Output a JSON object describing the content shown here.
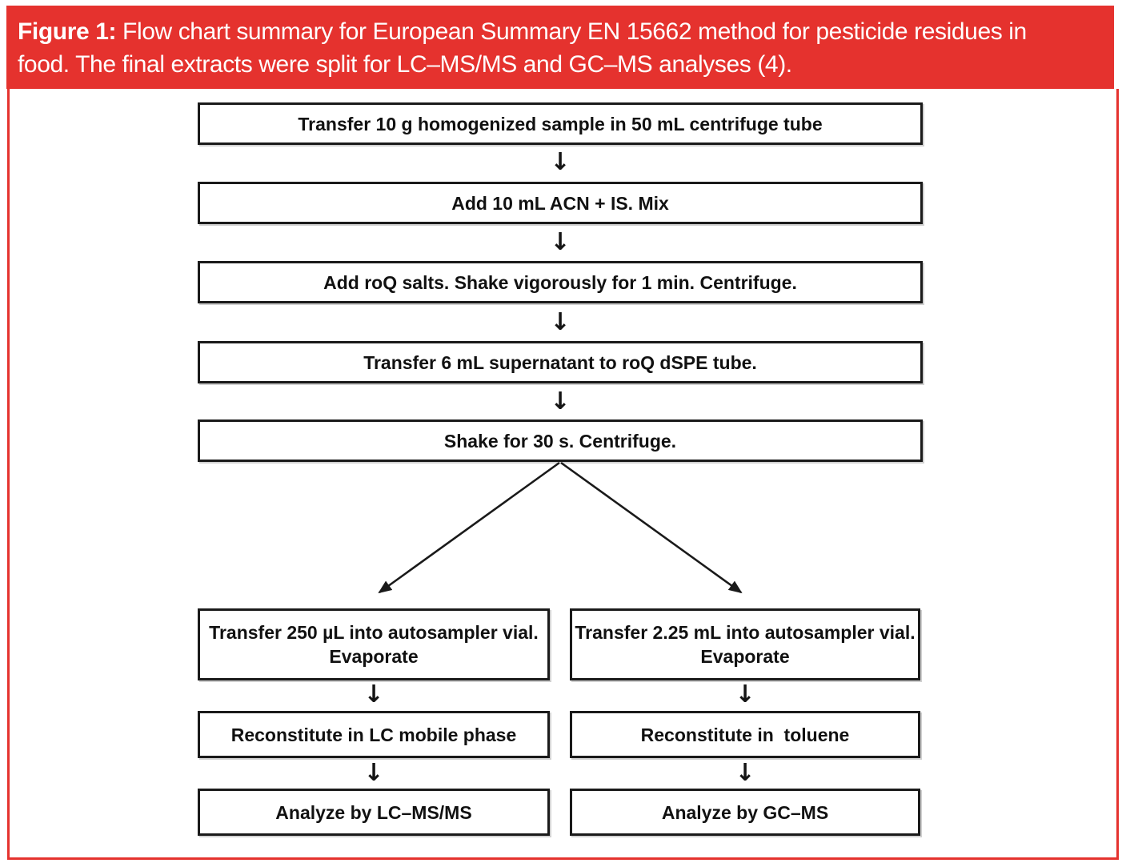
{
  "caption": {
    "prefix": "Figure 1:",
    "line1_rest": " Flow chart summary for European Summary EN 15662 method for pesticide residues in",
    "line2": "food. The final extracts were split for LC–MS/MS and GC–MS analyses (4)."
  },
  "flowchart": {
    "arrow_glyph": "↓",
    "main_steps": [
      {
        "label": "Transfer 10 g homogenized sample in 50 mL centrifuge tube"
      },
      {
        "label": "Add 10 mL ACN + IS. Mix"
      },
      {
        "label": "Add roQ salts. Shake vigorously for 1 min. Centrifuge."
      },
      {
        "label": "Transfer 6 mL supernatant to roQ dSPE tube."
      },
      {
        "label": "Shake for 30 s. Centrifuge."
      }
    ],
    "lc_branch": {
      "step1_line1": "Transfer 250 µL into autosampler vial.",
      "step1_line2": "Evaporate",
      "step2": "Reconstitute in LC mobile phase",
      "step3": "Analyze by LC–MS/MS"
    },
    "gc_branch": {
      "step1_line1": "Transfer 2.25 mL into autosampler vial.",
      "step1_line2": "Evaporate",
      "step2": "Reconstitute in  toluene",
      "step3": "Analyze by GC–MS"
    }
  },
  "colors": {
    "banner_red": "#e5322e",
    "box_border": "#1a1a1a"
  }
}
